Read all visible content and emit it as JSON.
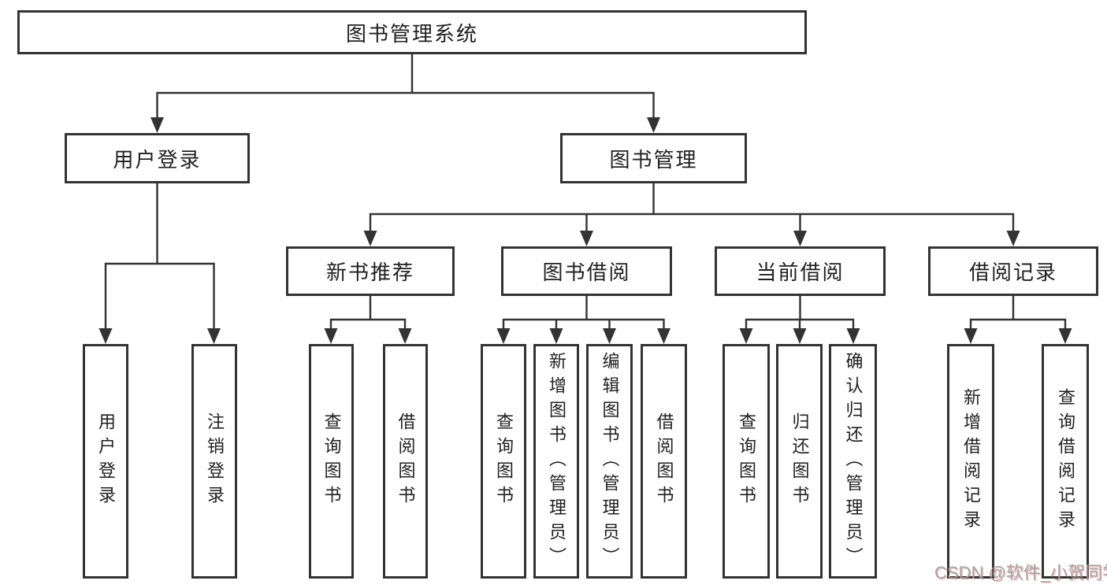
{
  "tree": {
    "root": {
      "label": "图书管理系统",
      "children": [
        {
          "label": "用户登录",
          "children": [
            {
              "label": "用户登录"
            },
            {
              "label": "注销登录"
            }
          ]
        },
        {
          "label": "图书管理",
          "children": [
            {
              "label": "新书推荐",
              "children": [
                {
                  "label": "查询图书"
                },
                {
                  "label": "借阅图书"
                }
              ]
            },
            {
              "label": "图书借阅",
              "children": [
                {
                  "label": "查询图书"
                },
                {
                  "label": "新增图书（管理员）"
                },
                {
                  "label": "编辑图书（管理员）"
                },
                {
                  "label": "借阅图书"
                }
              ]
            },
            {
              "label": "当前借阅",
              "children": [
                {
                  "label": "查询图书"
                },
                {
                  "label": "归还图书"
                },
                {
                  "label": "确认归还（管理员）"
                }
              ]
            },
            {
              "label": "借阅记录",
              "children": [
                {
                  "label": "新增借阅记录"
                },
                {
                  "label": "查询借阅记录"
                }
              ]
            }
          ]
        }
      ]
    }
  },
  "watermark": {
    "text": "CSDN @软件_小贺同学"
  },
  "colors": {
    "line": "#333333",
    "box_border": "#333333",
    "text": "#1f1f1f",
    "watermark": "#9e9e9e"
  }
}
